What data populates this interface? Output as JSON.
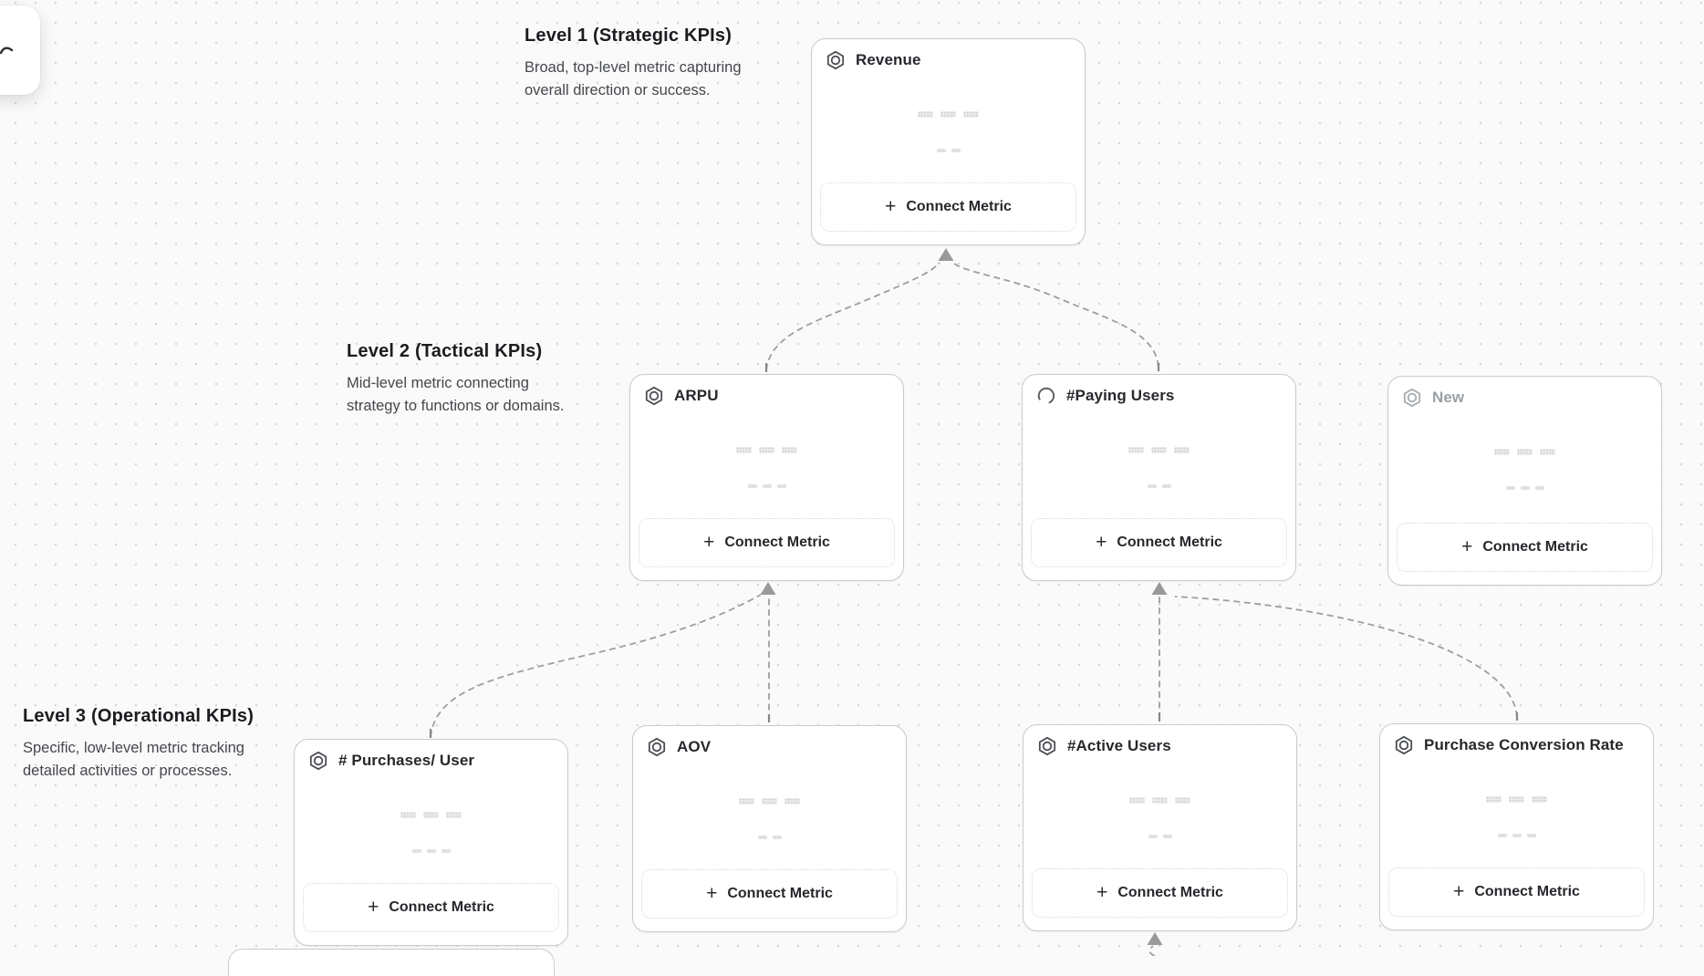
{
  "ui": {
    "connect_metric_label": "Connect Metric",
    "plus_icon": "+"
  },
  "levels": [
    {
      "title": "Level 1 (Strategic KPIs)",
      "desc_lines": [
        "Broad, top-level metric capturing",
        "overall direction or success."
      ]
    },
    {
      "title": "Level 2 (Tactical KPIs)",
      "desc_lines": [
        "Mid-level metric connecting",
        "strategy to functions or domains."
      ]
    },
    {
      "title": "Level 3 (Operational KPIs)",
      "desc_lines": [
        "Specific, low-level metric tracking",
        "detailed activities or processes."
      ]
    }
  ],
  "cards": [
    {
      "title": "Revenue",
      "icon": "nut-icon",
      "level": 1
    },
    {
      "title": "ARPU",
      "icon": "nut-icon",
      "level": 2
    },
    {
      "title": "#Paying Users",
      "icon": "spinner-icon",
      "level": 2
    },
    {
      "title": "New",
      "icon": "nut-icon",
      "level": 2,
      "title_muted": true
    },
    {
      "title": "# Purchases/ User",
      "icon": "nut-icon",
      "level": 3
    },
    {
      "title": "AOV",
      "icon": "nut-icon",
      "level": 3
    },
    {
      "title": "#Active Users",
      "icon": "nut-icon",
      "level": 3
    },
    {
      "title": "Purchase Conversion Rate",
      "icon": "nut-icon",
      "level": 3
    }
  ],
  "colors": {
    "canvas_bg": "#fafafa",
    "grid_dot": "#d7d7d7",
    "card_border": "#c9cbce",
    "connector": "#9c9ea1",
    "arrowhead": "#98999b",
    "title_text": "#26282c",
    "muted_text": "#9aa0a6"
  }
}
